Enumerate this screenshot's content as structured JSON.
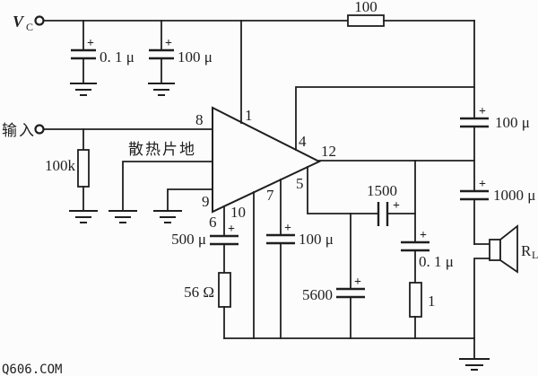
{
  "colors": {
    "ink": "#1f1f1f",
    "background": "#fcfcfc"
  },
  "watermark": "Q606.COM",
  "power_terminal": {
    "name": "V",
    "sub": "C"
  },
  "input_terminal": {
    "label": "输入"
  },
  "amplifier": {
    "heatsink_label": "散热片地",
    "pins": {
      "p1": "1",
      "p4": "4",
      "p5": "5",
      "p6": "6",
      "p7": "7",
      "p8": "8",
      "p9": "9",
      "p10": "10",
      "p12": "12"
    }
  },
  "components": {
    "r_supply": {
      "value": "100"
    },
    "c_decouple_small": {
      "value": "0. 1 μ"
    },
    "c_decouple_large": {
      "value": "100 μ"
    },
    "r_input": {
      "value": "100k"
    },
    "c_bootstrap": {
      "value": "100 μ"
    },
    "c_output": {
      "value": "1000 μ"
    },
    "c_feedback": {
      "value": "500 μ"
    },
    "r_feedback": {
      "value": "56 Ω"
    },
    "c_pin7": {
      "value": "100 μ"
    },
    "c_coupling": {
      "value": "1500"
    },
    "c_shunt": {
      "value": "5600"
    },
    "c_zobel": {
      "value": "0. 1 μ"
    },
    "r_zobel": {
      "value": "1"
    },
    "load": {
      "name": "R",
      "sub": "L"
    }
  },
  "symbols": {
    "plus": "+"
  }
}
